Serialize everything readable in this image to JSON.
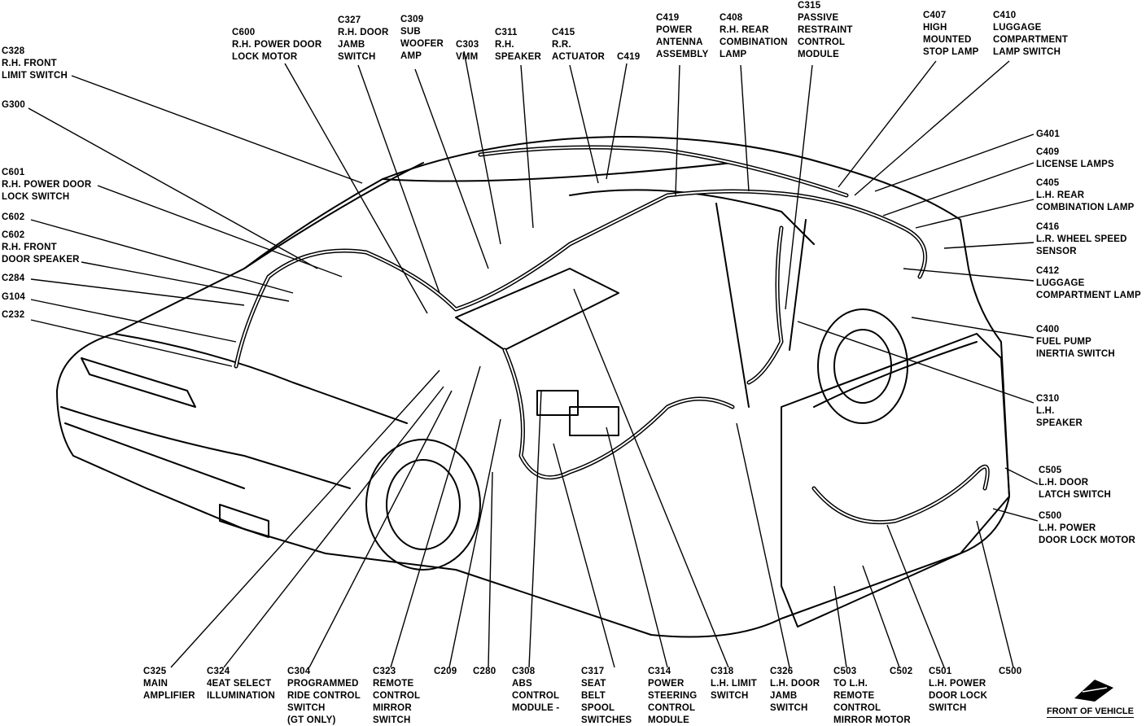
{
  "labels": {
    "c328": "C328\nR.H. FRONT\nLIMIT SWITCH",
    "g300": "G300",
    "c601": "C601\nR.H. POWER DOOR\nLOCK SWITCH",
    "c602a": "C602",
    "c602b": "C602\nR.H. FRONT\nDOOR SPEAKER",
    "c284": "C284",
    "g104": "G104",
    "c232": "C232",
    "c600": "C600\nR.H. POWER DOOR\nLOCK MOTOR",
    "c327": "C327\nR.H. DOOR\nJAMB\nSWITCH",
    "c309": "C309\nSUB\nWOOFER\nAMP",
    "c303": "C303\nVMM",
    "c311": "C311\nR.H.\nSPEAKER",
    "c415": "C415\nR.R.\nACTUATOR",
    "c419a": "C419",
    "c419b": "C419\nPOWER\nANTENNA\nASSEMBLY",
    "c408": "C408\nR.H. REAR\nCOMBINATION\nLAMP",
    "c315": "C315\nPASSIVE\nRESTRAINT\nCONTROL\nMODULE",
    "c407": "C407\nHIGH\nMOUNTED\nSTOP LAMP",
    "c410": "C410\nLUGGAGE\nCOMPARTMENT\nLAMP SWITCH",
    "g401": "G401",
    "c409": "C409\nLICENSE LAMPS",
    "c405": "C405\nL.H. REAR\nCOMBINATION LAMP",
    "c416": "C416\nL.R. WHEEL SPEED\nSENSOR",
    "c412": "C412\nLUGGAGE\nCOMPARTMENT LAMP",
    "c400": "C400\nFUEL PUMP\nINERTIA SWITCH",
    "c310": "C310\nL.H.\nSPEAKER",
    "c505": "C505\nL.H. DOOR\nLATCH SWITCH",
    "c500a": "C500\nL.H. POWER\nDOOR LOCK MOTOR",
    "c325": "C325\nMAIN\nAMPLIFIER",
    "c324": "C324\n4EAT SELECT\nILLUMINATION",
    "c304": "C304\nPROGRAMMED\nRIDE CONTROL\nSWITCH\n(GT ONLY)",
    "c323": "C323\nREMOTE\nCONTROL\nMIRROR\nSWITCH",
    "c209": "C209",
    "c280": "C280",
    "c308": "C308\nABS\nCONTROL\nMODULE -",
    "c317": "C317\nSEAT\nBELT\nSPOOL\nSWITCHES",
    "c314": "C314\nPOWER\nSTEERING\nCONTROL\nMODULE",
    "c318": "C318\nL.H. LIMIT\nSWITCH",
    "c326": "C326\nL.H. DOOR\nJAMB\nSWITCH",
    "c503": "C503\nTO L.H.\nREMOTE\nCONTROL\nMIRROR MOTOR",
    "c502": "C502",
    "c501": "C501\nL.H. POWER\nDOOR LOCK\nSWITCH",
    "c500b": "C500"
  },
  "front_of_vehicle": "FRONT OF VEHICLE",
  "colors": {
    "ink": "#000000",
    "paper": "#ffffff"
  }
}
